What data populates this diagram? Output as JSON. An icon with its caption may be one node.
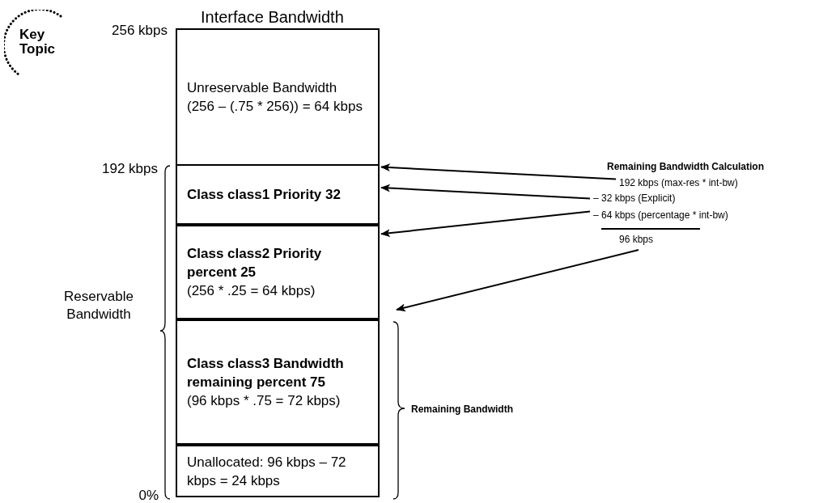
{
  "diagram": {
    "title": "Interface Bandwidth",
    "nodes": [
      {
        "text": [
          "Unreservable Bandwidth",
          "(256 – (.75 * 256)) = 64 kbps"
        ]
      },
      {
        "text": [
          "Class class1 Priority 32"
        ]
      },
      {
        "text": [
          "Class class2 Priority percent 25",
          "(256 * .25 = 64 kbps)"
        ]
      },
      {
        "text": [
          "Class class3 Bandwidth remaining percent 75",
          "(96 kbps * .75 = 72 kbps)"
        ]
      },
      {
        "text": [
          "Unallocated: 96 kbps – 72 kbps = 24 kbps"
        ]
      },
      {
        "text": [
          "192 kbps (max-res * int-bw)"
        ]
      },
      {
        "text": [
          "– 32 kbps (Explicit)"
        ]
      },
      {
        "text": [
          "– 64 kbps (percentage * int-bw)"
        ]
      },
      {
        "text": [
          "96 kbps"
        ]
      },
      {
        "text": [
          "Remaining Bandwidth"
        ]
      }
    ],
    "edges": [
      {
        "from": 5,
        "to": 1,
        "arrow": "to"
      },
      {
        "from": 6,
        "to": 1,
        "arrow": "to"
      },
      {
        "from": 7,
        "to": 2,
        "arrow": "to"
      },
      {
        "from": 8,
        "to": 9,
        "arrow": "to"
      }
    ],
    "labels": [
      "Key Topic",
      "256 kbps",
      "192 kbps",
      "Reservable Bandwidth",
      "0%",
      "Remaining Bandwidth Calculation"
    ]
  }
}
